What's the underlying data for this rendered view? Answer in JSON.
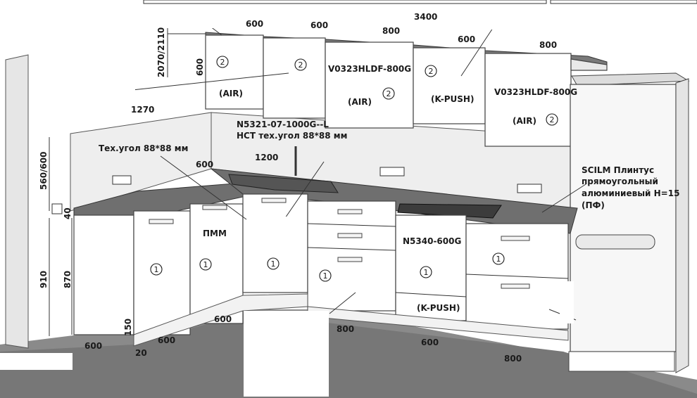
{
  "dimensions": {
    "total_width": "3400",
    "upper_600_a": "600",
    "upper_600_b": "600",
    "upper_800_a": "800",
    "upper_600_c": "600",
    "upper_800_b": "800",
    "height_upper": "2070/2110",
    "upper_cab_h": "600",
    "side_1270": "1270",
    "apron": "560/600",
    "plinth_40": "40",
    "worktop_910": "910",
    "base_870": "870",
    "plinth_150": "150",
    "side_600_a": "600",
    "gap_20": "20",
    "base_600_a": "600",
    "base_600_b": "600",
    "base_800_a": "800",
    "base_600_c": "600",
    "base_800_b": "800",
    "worktop_600": "600",
    "faucet_1200": "1200"
  },
  "labels": {
    "upper_air_1": "(AIR)",
    "upper_model_1": "V0323HLDF-800G",
    "upper_air_2": "(AIR)",
    "upper_kpush": "(K-PUSH)",
    "upper_model_2": "V0323HLDF-800G",
    "upper_air_3": "(AIR)",
    "sink_model": "N5321-07-1000G--L",
    "sink_corner": "НСТ тех.угол 88*88 мм",
    "tech_corner": "Тех.угол 88*88 мм",
    "dishwasher": "ПММ",
    "oven_model": "N5340-600G",
    "oven_kpush": "(K-PUSH)",
    "plinth_line1": "SCILM Плинтус",
    "plinth_line2": "прямоугольный",
    "plinth_line3": "алюминиевый H=15",
    "plinth_line4": "(ПФ)"
  },
  "badges": {
    "upper": "2",
    "base": "1"
  },
  "colors": {
    "worktop": "#6f6f6f",
    "floor": "#8a8a8a",
    "wall": "#eeeeee"
  }
}
